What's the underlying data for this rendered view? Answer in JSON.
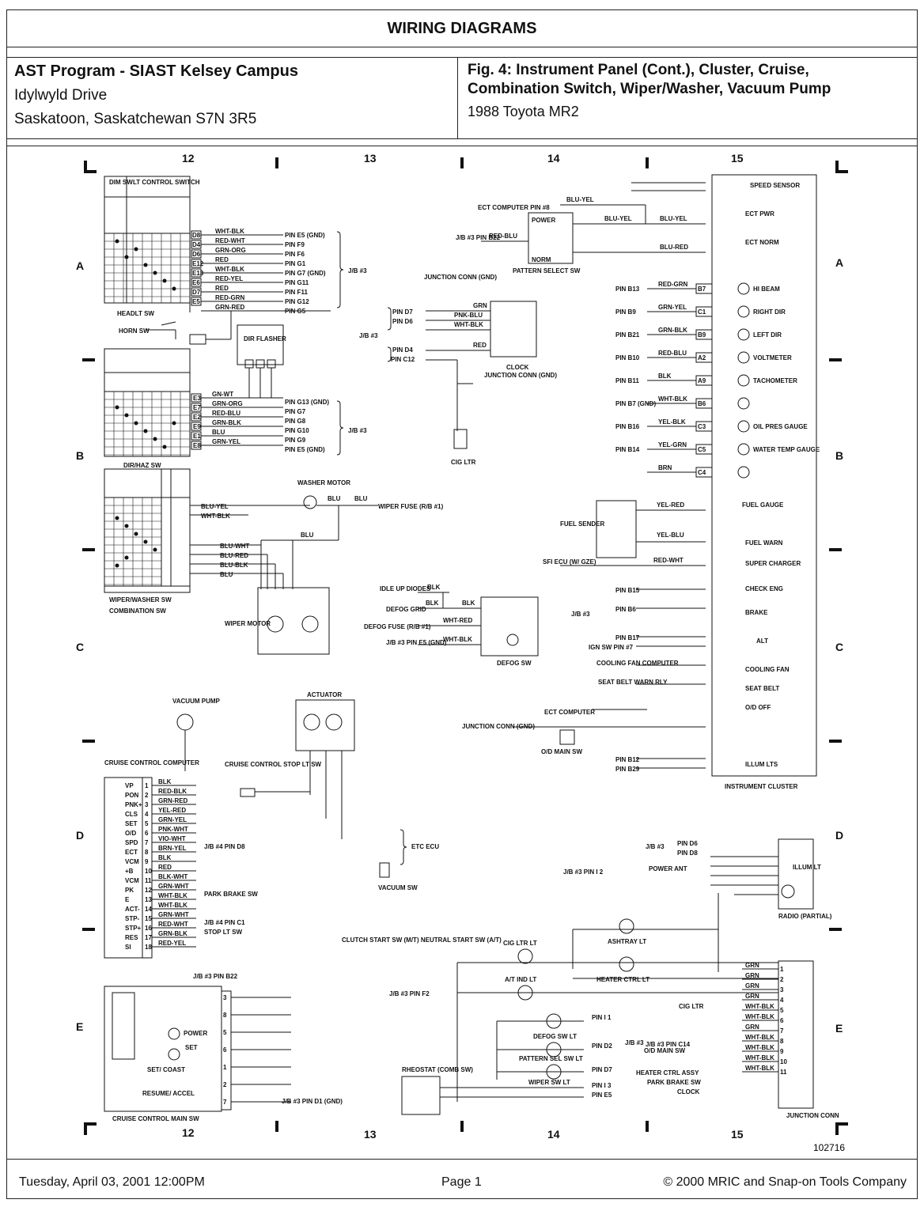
{
  "page_title": "WIRING DIAGRAMS",
  "header": {
    "org": "AST Program - SIAST Kelsey Campus",
    "street": "Idylwyld Drive",
    "city": "Saskatoon, Saskatchewan S7N 3R5",
    "fig_title_1": "Fig. 4:  Instrument Panel (Cont.), Cluster, Cruise,",
    "fig_title_2": "Combination Switch, Wiper/Washer, Vacuum Pump",
    "vehicle": "1988 Toyota MR2"
  },
  "footer": {
    "date": "Tuesday, April 03, 2001  12:00PM",
    "page": "Page 1",
    "copyright": "© 2000 MRIC and Snap-on Tools Company"
  },
  "diagram": {
    "grid_cols": [
      "12",
      "13",
      "14",
      "15"
    ],
    "grid_rows": [
      "A",
      "B",
      "C",
      "D",
      "E"
    ],
    "ref_number": "102716",
    "components": {
      "headlt_sw": "HEADLT SW",
      "dim_sw": "DIM SW",
      "lt_control_switch": "LT CONTROL SWITCH",
      "horn_sw": "HORN SW",
      "dir_flasher": "DIR FLASHER",
      "dir_haz_sw": "DIR/HAZ SW",
      "wiper_washer_sw": "WIPER/WASHER SW",
      "combination_sw": "COMBINATION SW",
      "washer_motor": "WASHER MOTOR",
      "wiper_motor": "WIPER MOTOR",
      "wiper_fuse": "WIPER FUSE (R/B #1)",
      "junction_conn_gnd": "JUNCTION CONN (GND)",
      "clock": "CLOCK",
      "cig_ltr": "CIG LTR",
      "ect_computer_pin": "ECT COMPUTER PIN #8",
      "pattern_select_sw": "PATTERN SELECT SW",
      "power": "POWER",
      "norm": "NORM",
      "speed_sensor": "SPEED SENSOR",
      "ect_pwr": "ECT PWR",
      "ect_norm": "ECT NORM",
      "hi_beam": "HI BEAM",
      "right_dir": "RIGHT DIR",
      "left_dir": "LEFT DIR",
      "voltmeter": "VOLTMETER",
      "tachometer": "TACHOMETER",
      "oil_pres_gauge": "OIL PRES GAUGE",
      "water_temp_gauge": "WATER TEMP GAUGE",
      "fuel_gauge": "FUEL GAUGE",
      "fuel_sender": "FUEL SENDER",
      "fuel_warn": "FUEL WARN",
      "super_charger": "SUPER CHARGER",
      "sfi_ecu": "SFI ECU (W/ GZE)",
      "check_eng": "CHECK ENG",
      "brake": "BRAKE",
      "alt": "ALT",
      "cooling_fan": "COOLING FAN",
      "cooling_fan_computer": "COOLING FAN COMPUTER",
      "seat_belt": "SEAT BELT",
      "seat_belt_warn_rly": "SEAT BELT WARN RLY",
      "od_off": "O/D OFF",
      "od_main_sw": "O/D MAIN SW",
      "illum_lts": "ILLUM LTS",
      "instrument_cluster": "INSTRUMENT CLUSTER",
      "idle_up_diodes": "IDLE UP DIODES",
      "defog_grid": "DEFOG GRID",
      "defog_fuse": "DEFOG FUSE (R/B #1)",
      "defog_sw": "DEFOG SW",
      "vacuum_pump": "VACUUM PUMP",
      "actuator": "ACTUATOR",
      "cruise_control_stop_lt_sw": "CRUISE CONTROL STOP LT SW",
      "cruise_control_computer": "CRUISE CONTROL COMPUTER",
      "etc_ecu": "ETC ECU",
      "vacuum_sw": "VACUUM SW",
      "park_brake_sw": "PARK BRAKE SW",
      "stop_lt_sw": "STOP LT SW",
      "clutch_start_sw": "CLUTCH START SW (M/T) NEUTRAL START SW (A/T)",
      "cruise_control_main_sw": "CRUISE CONTROL MAIN SW",
      "set_coast": "SET/ COAST",
      "resume_accel": "RESUME/ ACCEL",
      "cig_ltr_lt": "CIG LTR LT",
      "at_ind_lt": "A/T IND LT",
      "ashtray_lt": "ASHTRAY LT",
      "heater_ctrl_lt": "HEATER CTRL LT",
      "defog_sw_lt": "DEFOG SW LT",
      "pattern_sel_sw_lt": "PATTERN SEL SW LT",
      "wiper_sw_lt": "WIPER SW LT",
      "rheostat": "RHEOSTAT (COMB SW)",
      "radio_partial": "RADIO (PARTIAL)",
      "illum_lt": "ILLUM LT",
      "power_ant": "POWER ANT",
      "junction_conn": "JUNCTION CONN",
      "heater_ctrl_assy": "HEATER CTRL ASSY",
      "clock_lbl": "CLOCK",
      "js3": "J/B #3"
    },
    "cruise_pins": [
      "VP",
      "PON",
      "PNK+",
      "CLS",
      "SET",
      "O/D",
      "SPD",
      "ECT",
      "VCM",
      "+B",
      "VCM",
      "PK",
      "E",
      "ACT-",
      "STP-",
      "STP+",
      "RES",
      "SI"
    ],
    "cruise_wires": [
      "BLK",
      "RED-BLK",
      "GRN-RED",
      "YEL-RED",
      "GRN-YEL",
      "PNK-WHT",
      "VIO-WHT",
      "BRN-YEL",
      "BLK",
      "RED",
      "BLK-WHT",
      "GRN-WHT",
      "WHT-BLK",
      "WHT-BLK",
      "GRN-WHT",
      "RED-WHT",
      "GRN-BLK",
      "RED-YEL"
    ],
    "headlt_wires": [
      "WHT-BLK",
      "RED-WHT",
      "GRN-ORG",
      "RED",
      "WHT-BLK",
      "RED-YEL",
      "RED",
      "RED-GRN",
      "GRN-RED"
    ],
    "headlt_terms": [
      "D8",
      "D4",
      "D6",
      "E12",
      "E13",
      "E6",
      "D7",
      "E5"
    ],
    "headlt_pins": [
      "PIN E5 (GND)",
      "PIN F9",
      "PIN F6",
      "PIN G1",
      "PIN G7 (GND)",
      "PIN G11",
      "PIN F11",
      "PIN G12",
      "PIN G5"
    ],
    "dir_wires": [
      "GN-WT",
      "GRN-ORG",
      "RED-BLU",
      "GRN-BLK",
      "BLU",
      "GRN-YEL"
    ],
    "dir_terms": [
      "E3",
      "E7",
      "E2",
      "E9",
      "E1",
      "E8"
    ],
    "dir_pins": [
      "PIN G13 (GND)",
      "PIN G7",
      "PIN G8",
      "PIN G10",
      "PIN G9",
      "PIN E5 (GND)"
    ],
    "cluster_rows": [
      {
        "pin": "PIN B13",
        "wire": "RED-GRN",
        "term": "B7",
        "label": "HI BEAM"
      },
      {
        "pin": "PIN B9",
        "wire": "GRN-YEL",
        "term": "C1",
        "label": "RIGHT DIR"
      },
      {
        "pin": "PIN B21",
        "wire": "GRN-BLK",
        "term": "B9",
        "label": "LEFT DIR"
      },
      {
        "pin": "PIN B10",
        "wire": "RED-BLU",
        "term": "A2",
        "label": "VOLTMETER"
      },
      {
        "pin": "PIN B11",
        "wire": "BLK",
        "term": "A9",
        "label": "TACHOMETER"
      },
      {
        "pin": "PIN B7 (GND)",
        "wire": "WHT-BLK",
        "term": "B6",
        "label": ""
      },
      {
        "pin": "PIN B16",
        "wire": "YEL-BLK",
        "term": "C3",
        "label": "OIL PRES GAUGE"
      },
      {
        "pin": "PIN B14",
        "wire": "YEL-GRN",
        "term": "C5",
        "label": "WATER TEMP GAUGE"
      },
      {
        "pin": "",
        "wire": "BRN",
        "term": "C4",
        "label": ""
      }
    ],
    "junction_wires": [
      "GRN",
      "GRN",
      "GRN",
      "GRN",
      "WHT-BLK",
      "WHT-BLK",
      "GRN",
      "WHT-BLK",
      "WHT-BLK",
      "WHT-BLK",
      "WHT-BLK"
    ]
  }
}
